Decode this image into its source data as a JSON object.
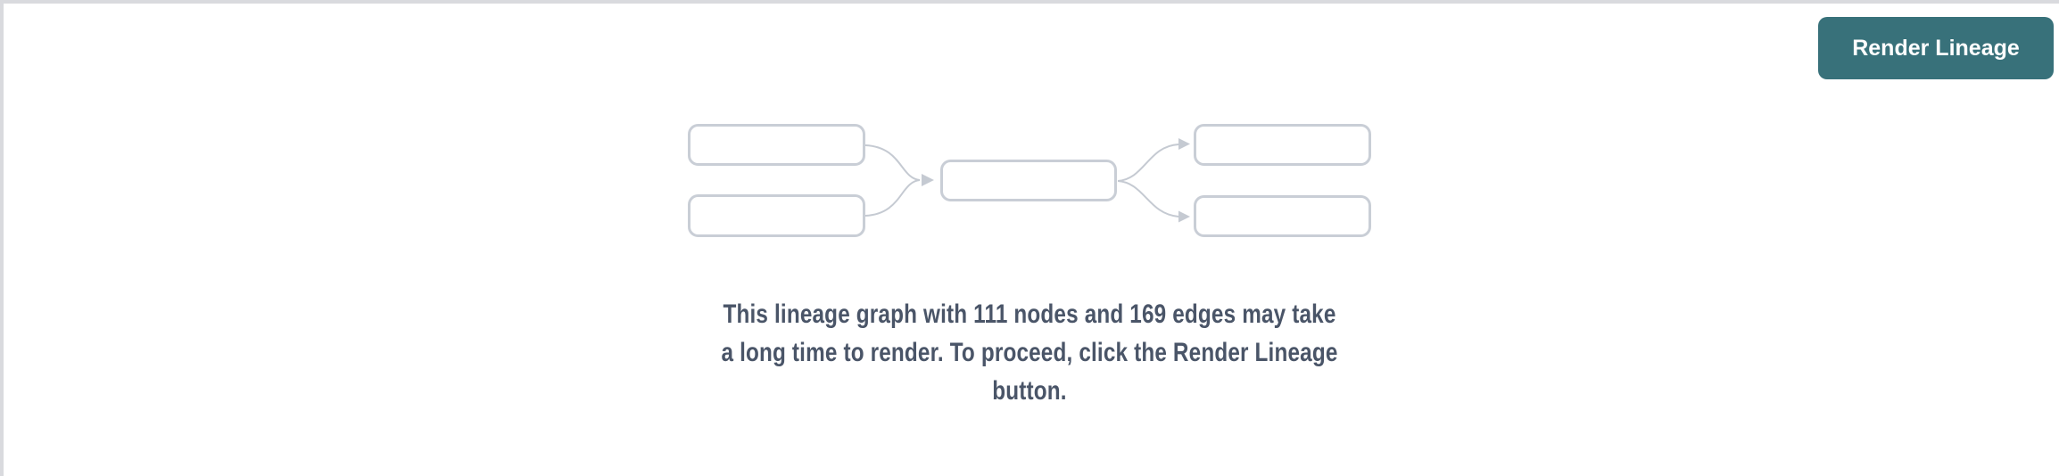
{
  "colors": {
    "page_bg": "#ffffff",
    "panel_border": "#d9dade",
    "button_bg": "#38717a",
    "button_text": "#ffffff",
    "box_stroke": "#c9ced6",
    "edge_stroke": "#c5cad2",
    "message_text": "#4a5568"
  },
  "toolbar": {
    "render_button_label": "Render Lineage"
  },
  "placeholder": {
    "illustration": "mini-lineage-graph",
    "node_count": "111",
    "edge_count": "169",
    "message": "This lineage graph with 111 nodes and 169 edges may take a long time to render. To proceed, click the Render Lineage button.",
    "message_lines": [
      "This lineage graph with 111 nodes and 169 edges may take",
      "a long time to render. To proceed, click the Render Lineage",
      "button."
    ]
  }
}
